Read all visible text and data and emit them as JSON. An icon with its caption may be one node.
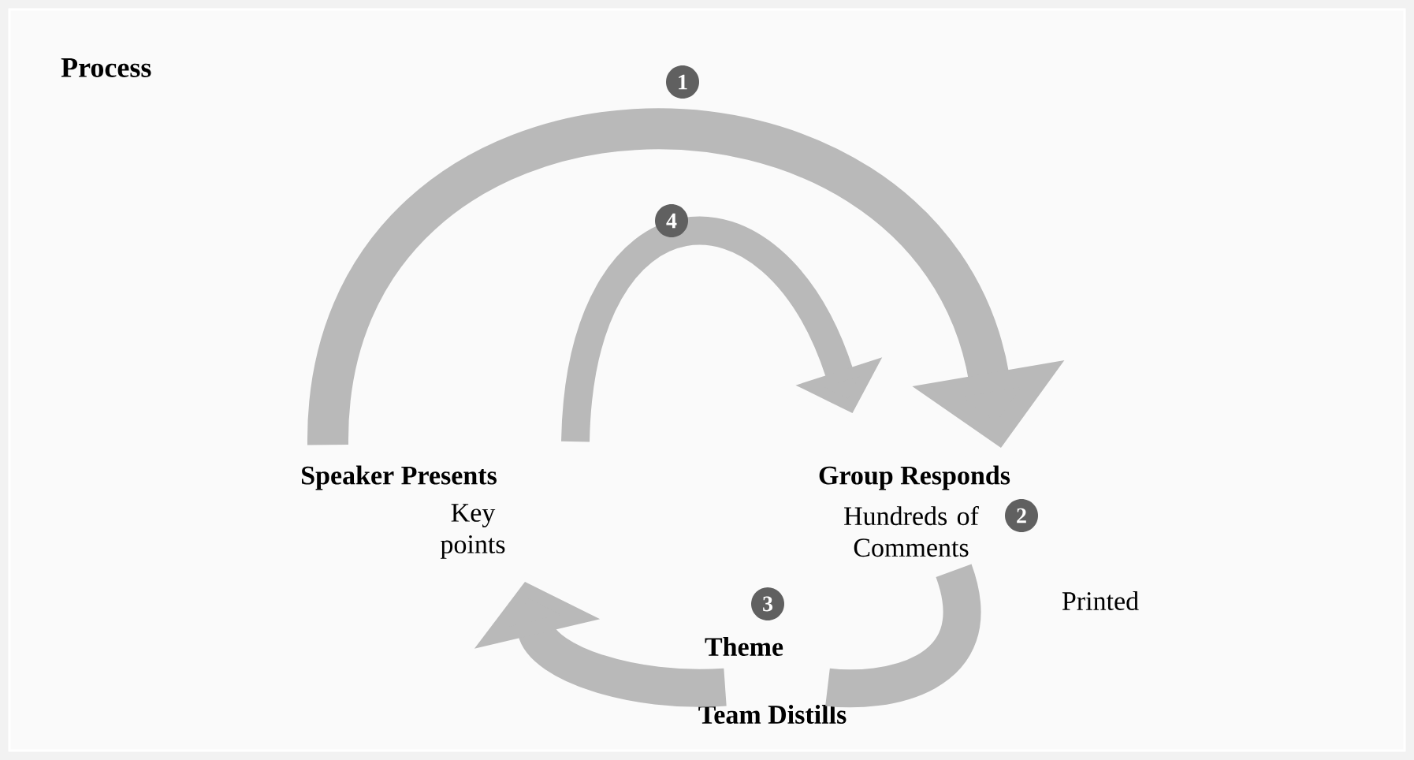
{
  "diagram": {
    "title": "Process",
    "nodes": [
      {
        "text": [
          "Speaker Presents"
        ],
        "beside": [
          "Key points"
        ]
      },
      {
        "text": [
          "Group Responds"
        ],
        "beside": [
          "Hundreds of Comments"
        ]
      },
      {
        "text": [
          "Team Distills"
        ],
        "beside": [
          "Theme"
        ]
      }
    ],
    "edges": [
      {
        "from": 0,
        "to": 1,
        "arrow": "to"
      },
      {
        "from": 0,
        "to": 1,
        "arrow": "to"
      },
      {
        "from": 1,
        "to": 2,
        "arrow": "none",
        "label": "Printed"
      },
      {
        "from": 2,
        "to": 0,
        "arrow": "to"
      }
    ],
    "labels": [
      "1",
      "4",
      "2",
      "3"
    ]
  }
}
